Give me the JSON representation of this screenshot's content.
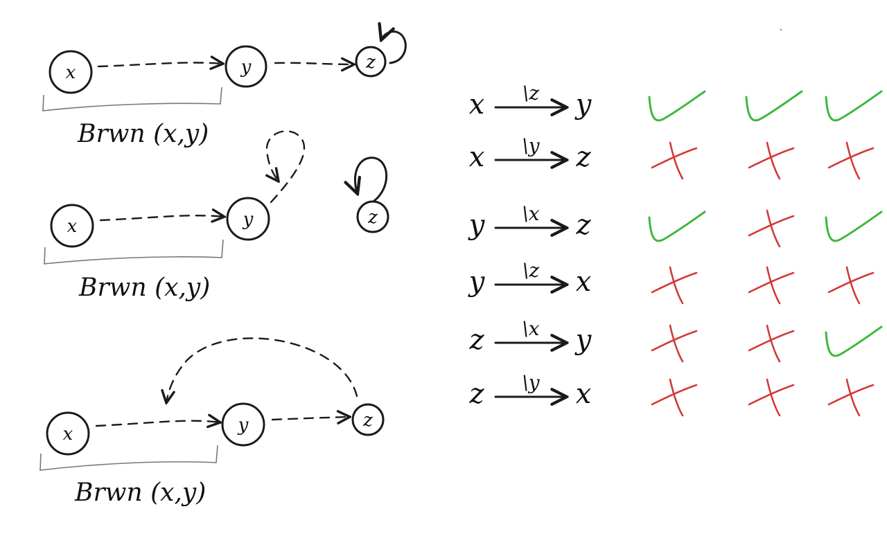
{
  "graphs": [
    {
      "nodes": [
        "x",
        "y",
        "z"
      ],
      "label": "Brwn (x,y)"
    },
    {
      "nodes": [
        "x",
        "y",
        "z"
      ],
      "label": "Brwn (x,y)"
    },
    {
      "nodes": [
        "x",
        "y",
        "z"
      ],
      "label": "Brwn (x,y)"
    }
  ],
  "table": {
    "rows": [
      {
        "from": "x",
        "cond": "\\z",
        "to": "y",
        "marks": [
          "check",
          "check",
          "check"
        ]
      },
      {
        "from": "x",
        "cond": "\\y",
        "to": "z",
        "marks": [
          "cross",
          "cross",
          "cross"
        ]
      },
      {
        "from": "y",
        "cond": "\\x",
        "to": "z",
        "marks": [
          "check",
          "cross",
          "check"
        ]
      },
      {
        "from": "y",
        "cond": "\\z",
        "to": "x",
        "marks": [
          "cross",
          "cross",
          "cross"
        ]
      },
      {
        "from": "z",
        "cond": "\\x",
        "to": "y",
        "marks": [
          "cross",
          "cross",
          "check"
        ]
      },
      {
        "from": "z",
        "cond": "\\y",
        "to": "x",
        "marks": [
          "cross",
          "cross",
          "cross"
        ]
      }
    ]
  },
  "colors": {
    "ink": "#1a1a1a",
    "check": "#3fb83a",
    "cross": "#d33838"
  }
}
